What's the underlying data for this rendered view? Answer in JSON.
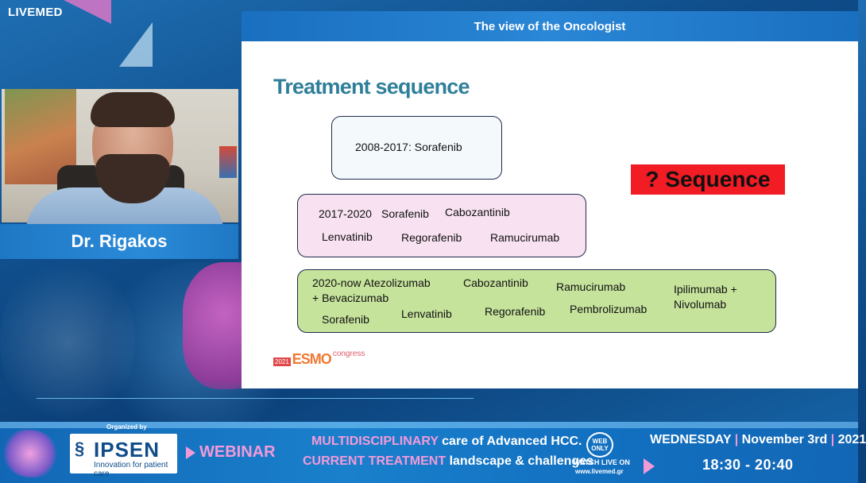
{
  "brand": {
    "logo": "LIVEMED"
  },
  "header": {
    "title": "The view of the Oncologist"
  },
  "speaker": {
    "name": "Dr. Rigakos"
  },
  "slide": {
    "title": "Treatment sequence",
    "box1": {
      "text": "2008-2017: Sorafenib"
    },
    "box2": {
      "period": "2017-2020",
      "drugs": [
        "Sorafenib",
        "Cabozantinib",
        "Lenvatinib",
        "Regorafenib",
        "Ramucirumab"
      ]
    },
    "box3": {
      "period_line1": "2020-now Atezolizumab",
      "period_line2": "+ Bevacizumab",
      "drugs": [
        "Cabozantinib",
        "Ramucirumab",
        "Ipilimumab +",
        "Nivolumab",
        "Sorafenib",
        "Lenvatinib",
        "Regorafenib",
        "Pembrolizumab"
      ]
    },
    "callout": "? Sequence",
    "esmo": {
      "year": "2021",
      "name": "ESMO",
      "suffix": "congress"
    }
  },
  "banner": {
    "organized_by": "Organized by",
    "sponsor_name": "IPSEN",
    "sponsor_tagline": "Innovation for patient care",
    "webinar": "WEBINAR",
    "line1_highlight": "MULTIDISCIPLINARY",
    "line1_rest": " care of Advanced HCC.",
    "line2_highlight": "CURRENT TREATMENT",
    "line2_rest": " landscape & challenges",
    "web_only_1": "WEB",
    "web_only_2": "ONLY",
    "watch": "WATCH LIVE ON",
    "website": "www.livemed.gr",
    "day": "WEDNESDAY",
    "date": "November 3rd",
    "year": "2021",
    "time": "18:30 - 20:40"
  },
  "colors": {
    "accent_pink": "#f29ad9",
    "callout_red": "#f21c24",
    "slide_title": "#2f7f9a",
    "box2_bg": "#f8e2f1",
    "box3_bg": "#c6e39c"
  }
}
